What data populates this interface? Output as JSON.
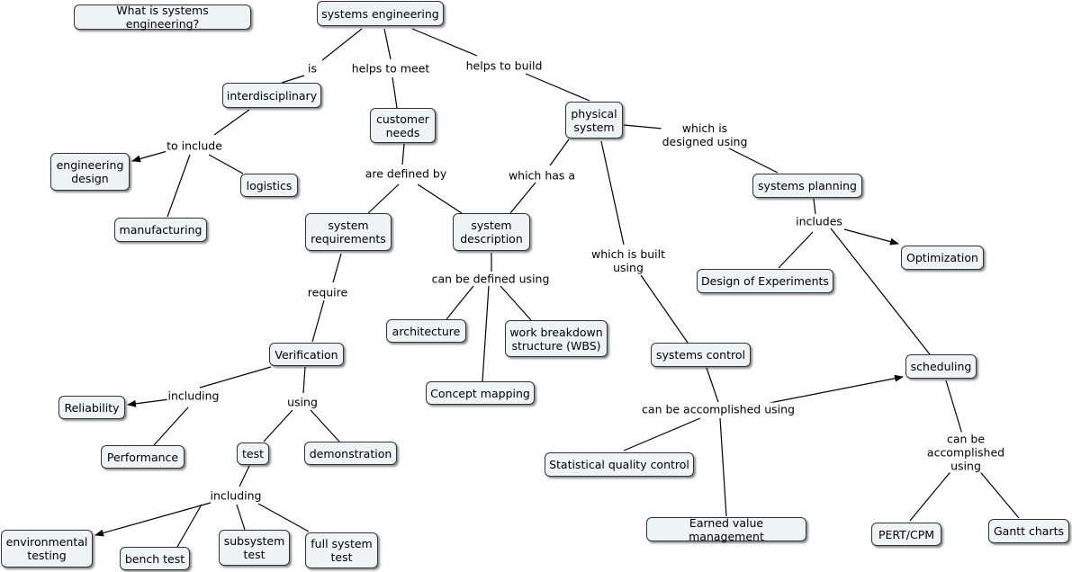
{
  "nodes": {
    "what_is": "What is systems engineering?",
    "systems_engineering": "systems engineering",
    "interdisciplinary": "interdisciplinary",
    "customer_needs": "customer\nneeds",
    "physical_system": "physical\nsystem",
    "engineering_design": "engineering\ndesign",
    "logistics": "logistics",
    "manufacturing": "manufacturing",
    "system_requirements": "system\nrequirements",
    "system_description": "system\ndescription",
    "systems_planning": "systems planning",
    "optimization": "Optimization",
    "design_of_experiments": "Design of Experiments",
    "architecture": "architecture",
    "wbs": "work breakdown\nstructure (WBS)",
    "concept_mapping": "Concept mapping",
    "verification": "Verification",
    "reliability": "Reliability",
    "performance": "Performance",
    "test": "test",
    "demonstration": "demonstration",
    "environmental_testing": "environmental\ntesting",
    "bench_test": "bench test",
    "subsystem_test": "subsystem\ntest",
    "full_system_test": "full system\ntest",
    "systems_control": "systems control",
    "scheduling": "scheduling",
    "statistical_quality_control": "Statistical quality control",
    "earned_value_management": "Earned value management",
    "pert_cpm": "PERT/CPM",
    "gantt_charts": "Gantt charts"
  },
  "links": {
    "is": "is",
    "helps_to_meet": "helps to meet",
    "helps_to_build": "helps to build",
    "to_include": "to include",
    "are_defined_by": "are defined by",
    "which_has_a": "which has a",
    "which_is_designed_using": "which is\ndesigned using",
    "which_is_built_using": "which is built\nusing",
    "includes": "includes",
    "can_be_defined_using": "can be defined using",
    "require": "require",
    "including_verification": "including",
    "using": "using",
    "including_test": "including",
    "can_be_accomplished_using": "can be accomplished using",
    "can_be_accomplished_using_2": "can be\naccomplished using"
  }
}
